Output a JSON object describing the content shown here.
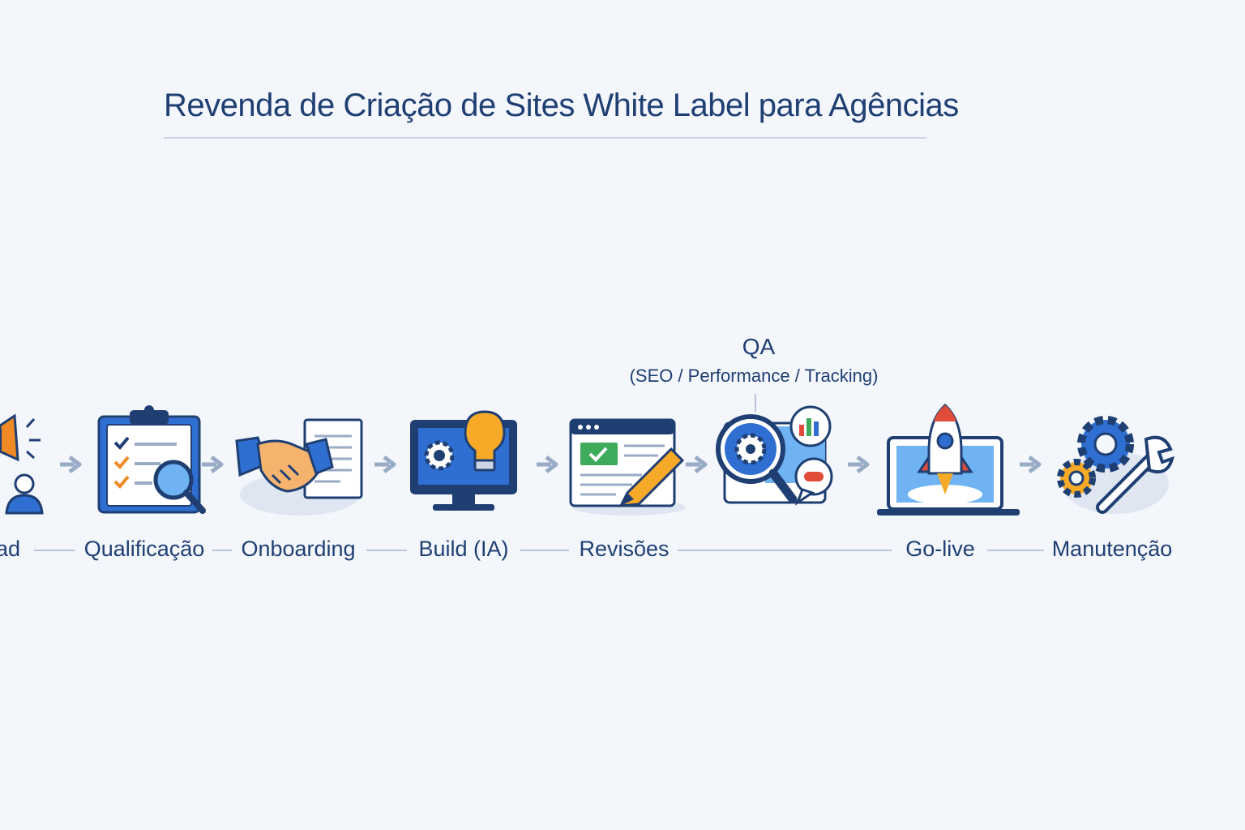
{
  "title": "Revenda de Criação de Sites White Label para Agências",
  "steps": [
    {
      "label": "ad",
      "icon": "megaphone-lead-icon"
    },
    {
      "label": "Qualificação",
      "icon": "clipboard-checklist-icon"
    },
    {
      "label": "Onboarding",
      "icon": "handshake-document-icon"
    },
    {
      "label": "Build (IA)",
      "icon": "monitor-gear-lightbulb-icon"
    },
    {
      "label": "Revisões",
      "icon": "browser-pencil-icon"
    },
    {
      "label": "Go-live",
      "icon": "laptop-rocket-icon"
    },
    {
      "label": "Manutenção",
      "icon": "gears-wrench-icon"
    }
  ],
  "qa": {
    "title": "QA",
    "subtitle": "(SEO / Performance / Tracking)",
    "icon": "magnifier-analytics-icon"
  },
  "colors": {
    "navy": "#1f3f73",
    "blue": "#2f6fd1",
    "orange": "#f08a24",
    "green": "#3daa5c",
    "red": "#e04b3a",
    "arrow": "#9aabc6"
  }
}
